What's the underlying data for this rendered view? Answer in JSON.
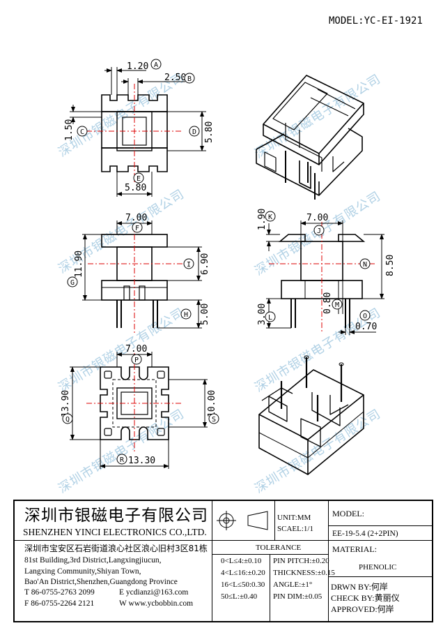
{
  "model_top": "MODEL:YC-EI-1921",
  "watermark": "深圳市银磁电子有限公司",
  "dims": {
    "a": "1.20",
    "b": "2.50",
    "c": "1.50",
    "d": "5.80",
    "e": "5.80",
    "f": "7.00",
    "g": "11.90",
    "i": "6.90",
    "h": "5.00",
    "k": "1.90",
    "j": "7.00",
    "n": "8.50",
    "m": "0.80",
    "l": "3.00",
    "o": "0.70",
    "p": "7.00",
    "q": "13.90",
    "s": "10.00",
    "r": "13.30"
  },
  "markers": {
    "a": "A",
    "b": "B",
    "c": "C",
    "d": "D",
    "e": "E",
    "f": "F",
    "g": "G",
    "i": "I",
    "h": "H",
    "k": "K",
    "j": "J",
    "n": "N",
    "m": "M",
    "l": "L",
    "o": "O",
    "p": "P",
    "q": "Q",
    "s": "S",
    "r": "R"
  },
  "title_block": {
    "company_cn": "深圳市银磁电子有限公司",
    "company_en": "SHENZHEN YINCI ELECTRONICS CO.,LTD.",
    "address": [
      "深圳市宝安区石岩街道浪心社区浪心旧村3区81栋",
      "81st Building,3rd District,Langxingjiucun,",
      "Langxing Community,Shiyan Town,",
      "Bao'An District,Shenzhen,Guangdong Province"
    ],
    "tel": "T  86-0755-2763 2099",
    "email": "E  ycdianzi@163.com",
    "fax": "F  86-0755-2264 2121",
    "web": "W  www.ycbobbin.com",
    "unit": "UNIT:MM",
    "scale": "SCAEL:1/1",
    "model_label": "MODEL:",
    "model_value": "EE-19-5.4 (2+2PIN)",
    "tolerance_title": "TOLERANCE",
    "tolerance_left": [
      "0<L≤4:±0.10",
      "4<L≤16:±0.20",
      "16<L≤50:0.30",
      "50≤L:±0.40"
    ],
    "tolerance_right": [
      "PIN PITCH:±0.20",
      "THICKNESS:±0.15",
      "ANGLE:±1°",
      "PIN DIM:±0.05"
    ],
    "material_label": "MATERIAL:",
    "material_value": "PHENOLIC",
    "drawn": "DRWN BY:何岸",
    "check": "CHECK BY:黄丽仪",
    "approved": "APPROVED:何岸"
  }
}
